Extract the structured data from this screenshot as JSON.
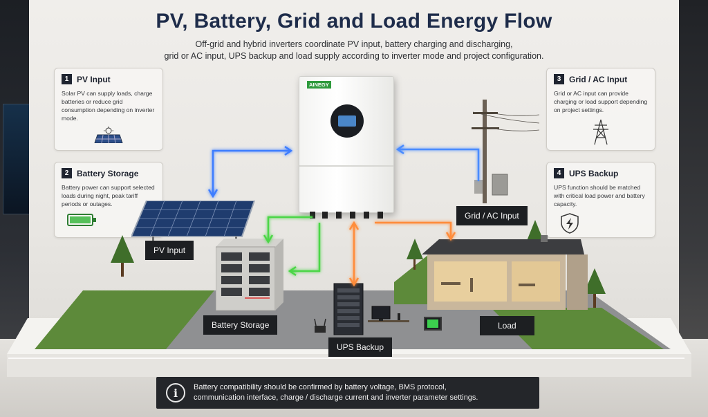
{
  "title": "PV, Battery, Grid and Load Energy Flow",
  "subtitle_line1": "Off-grid and hybrid inverters coordinate PV input, battery charging and discharging,",
  "subtitle_line2": "grid or AC input, UPS backup and load supply according to inverter mode and project configuration.",
  "cards": [
    {
      "num": "1",
      "title": "PV Input",
      "text": "Solar PV can supply loads, charge batteries or reduce grid consumption depending on inverter mode.",
      "icon": "solar-panel-icon"
    },
    {
      "num": "2",
      "title": "Battery Storage",
      "text": "Battery power can support selected loads during night, peak tariff periods or outages.",
      "icon": "battery-icon"
    },
    {
      "num": "3",
      "title": "Grid / AC Input",
      "text": "Grid or AC input can provide charging or load support depending on project settings.",
      "icon": "transmission-tower-icon"
    },
    {
      "num": "4",
      "title": "UPS Backup",
      "text": "UPS function should be matched with critical load power and battery capacity.",
      "icon": "shield-bolt-icon"
    }
  ],
  "inverter": {
    "brand": "AINEGY"
  },
  "labels": {
    "pv": "PV Input",
    "battery": "Battery Storage",
    "grid": "Grid / AC Input",
    "ups": "UPS Backup",
    "load": "Load"
  },
  "notice_line1": "Battery compatibility should be confirmed by battery voltage, BMS protocol,",
  "notice_line2": "communication interface, charge / discharge current and inverter parameter settings.",
  "colors": {
    "pv_flow": "#3d7dff",
    "battery_flow": "#4cd646",
    "grid_flow": "#4a8bff",
    "load_flow": "#ff8c3a",
    "title": "#1e2c4a"
  }
}
